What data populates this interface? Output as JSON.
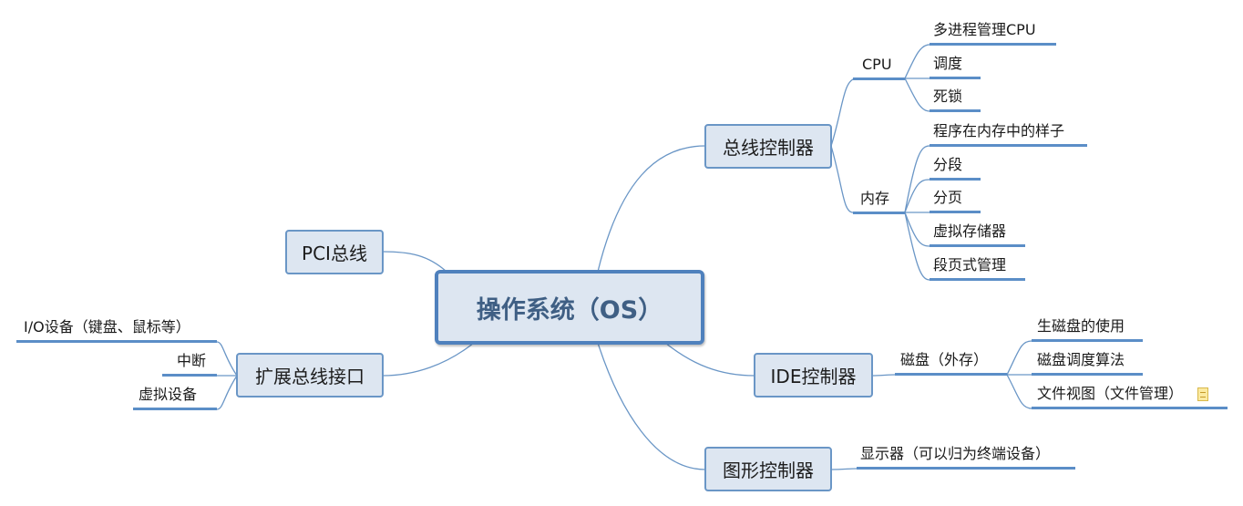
{
  "central": "操作系统（OS）",
  "branches": {
    "bus_controller": "总线控制器",
    "pci_bus": "PCI总线",
    "ide_controller": "IDE控制器",
    "expansion_bus": "扩展总线接口",
    "graphics_controller": "图形控制器"
  },
  "cpu": {
    "label": "CPU",
    "items": [
      "多进程管理CPU",
      "调度",
      "死锁"
    ]
  },
  "memory": {
    "label": "内存",
    "items": [
      "程序在内存中的样子",
      "分段",
      "分页",
      "虚拟存储器",
      "段页式管理"
    ]
  },
  "disk": {
    "label": "磁盘（外存）",
    "items": [
      "生磁盘的使用",
      "磁盘调度算法",
      "文件视图（文件管理）"
    ]
  },
  "expansion": {
    "items": [
      "I/O设备（键盘、鼠标等）",
      "中断",
      "虚拟设备"
    ]
  },
  "graphics": {
    "items": [
      "显示器（可以归为终端设备）"
    ]
  },
  "icons": {
    "file_view_note": "note-icon"
  },
  "colors": {
    "line": "#5b8ec7",
    "node_fill": "#dde6f1",
    "node_border": "#6a96c6",
    "central_border": "#4f81bd",
    "central_text": "#3f5f84"
  }
}
